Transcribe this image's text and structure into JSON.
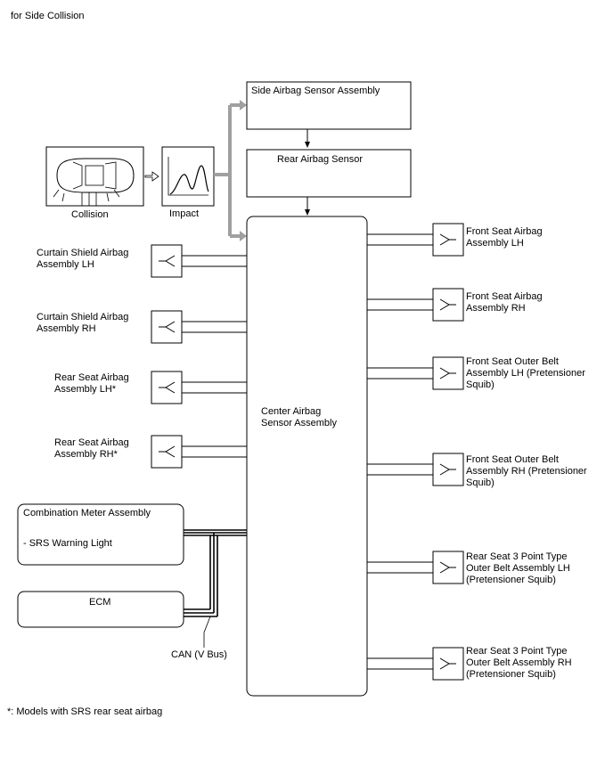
{
  "title": "for Side Collision",
  "footnote": "*: Models with SRS rear seat airbag",
  "collision_label": "Collision",
  "impact_label": "Impact",
  "sensors": {
    "side": "Side Airbag Sensor Assembly",
    "rear": "Rear Airbag Sensor",
    "center": "Center Airbag\nSensor Assembly"
  },
  "left_outputs": [
    "Curtain Shield Airbag\nAssembly LH",
    "Curtain Shield Airbag\nAssembly RH",
    "Rear Seat Airbag\nAssembly LH*",
    "Rear Seat Airbag\nAssembly RH*"
  ],
  "right_outputs": [
    "Front Seat Airbag\nAssembly LH",
    "Front Seat Airbag\nAssembly RH",
    "Front Seat Outer Belt\nAssembly LH (Pretensioner\nSquib)",
    "Front Seat Outer Belt\nAssembly RH (Pretensioner\nSquib)",
    "Rear Seat 3 Point Type\nOuter Belt Assembly LH\n(Pretensioner Squib)",
    "Rear Seat 3 Point Type\nOuter Belt Assembly RH\n(Pretensioner Squib)"
  ],
  "combination_meter": {
    "title": "Combination Meter Assembly",
    "item": "- SRS Warning Light"
  },
  "ecm": "ECM",
  "can_label": "CAN (V Bus)"
}
